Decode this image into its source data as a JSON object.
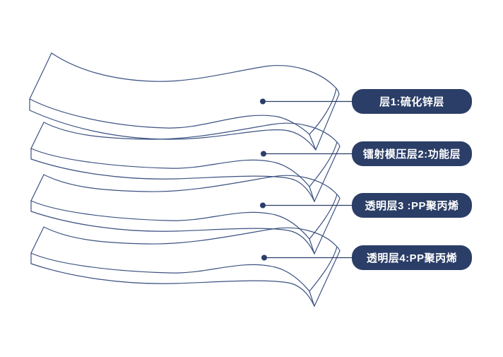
{
  "colors": {
    "pill_background": "#2b3e67",
    "sheet_outline": "#3c5282",
    "connector": "#2b3e67",
    "label_text": "#ffffff",
    "background": "#ffffff"
  },
  "diagram": {
    "type": "layered-material-structure",
    "sheet_count": 4,
    "layers": [
      {
        "label": "层1:硫化锌层"
      },
      {
        "label": "镭射模压层2:功能层"
      },
      {
        "label": "透明层3 :PP聚丙烯"
      },
      {
        "label": "透明层4:PP聚丙烯"
      }
    ]
  }
}
